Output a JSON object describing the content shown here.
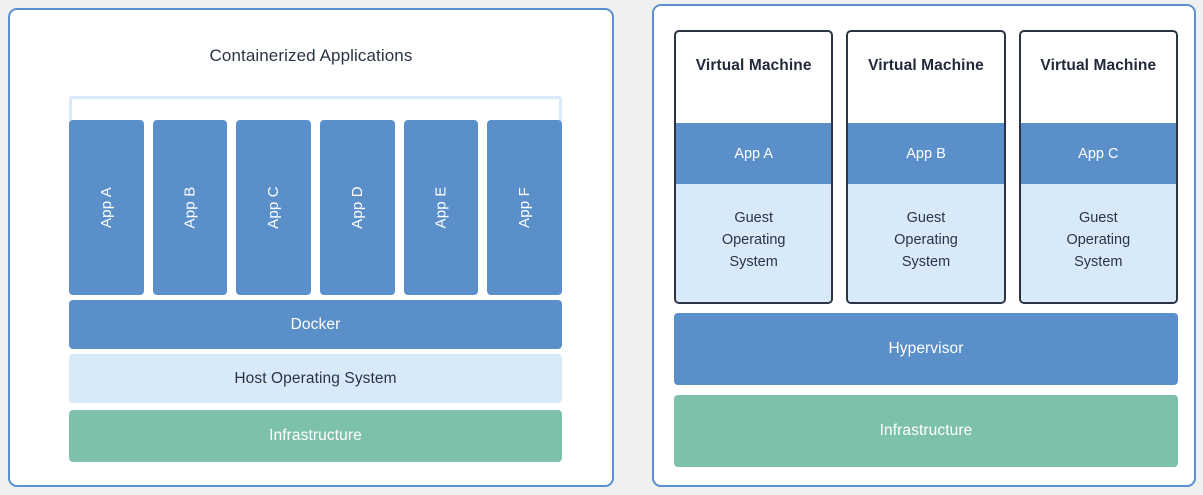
{
  "colors": {
    "page_background": "#eef0f2",
    "panel_border": "#5a8fd0",
    "accent_blue": "#5b8fc9",
    "pale_blue": "#d8e9f8",
    "bracket_blue": "#dbeafb",
    "green": "#7dc1a8",
    "text_dark": "#2b3445",
    "text_light": "#ffffff",
    "vm_card_border": "#2b3445"
  },
  "container_panel": {
    "title": "Containerized Applications",
    "apps": [
      {
        "label": "App A"
      },
      {
        "label": "App B"
      },
      {
        "label": "App C"
      },
      {
        "label": "App D"
      },
      {
        "label": "App E"
      },
      {
        "label": "App F"
      }
    ],
    "layers": [
      {
        "label": "Docker"
      },
      {
        "label": "Host Operating System"
      },
      {
        "label": "Infrastructure"
      }
    ]
  },
  "vm_panel": {
    "machines": [
      {
        "title": "Virtual Machine",
        "app": "App A",
        "guest_os_line1": "Guest",
        "guest_os_line2": "Operating",
        "guest_os_line3": "System"
      },
      {
        "title": "Virtual Machine",
        "app": "App B",
        "guest_os_line1": "Guest",
        "guest_os_line2": "Operating",
        "guest_os_line3": "System"
      },
      {
        "title": "Virtual Machine",
        "app": "App C",
        "guest_os_line1": "Guest",
        "guest_os_line2": "Operating",
        "guest_os_line3": "System"
      }
    ],
    "layers": [
      {
        "label": "Hypervisor"
      },
      {
        "label": "Infrastructure"
      }
    ]
  }
}
